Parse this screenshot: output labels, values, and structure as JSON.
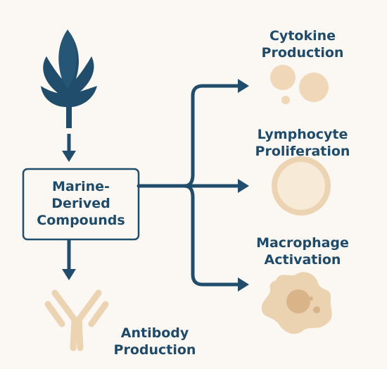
{
  "colors": {
    "navy": "#204d6b",
    "beige": "#ebd2b0",
    "beige_light": "#f6e7d1",
    "beige_dark": "#dab489",
    "background": "#fbf8f3"
  },
  "icons": {
    "source": "seaweed-icon",
    "antibody": "antibody-icon",
    "cytokine": "cytokine-dots-icon",
    "lymphocyte": "lymphocyte-cell-icon",
    "macrophage": "macrophage-cell-icon"
  },
  "center": {
    "line1": "Marine-",
    "line2": "Derived",
    "line3": "Compounds"
  },
  "outcomes": {
    "cytokine": {
      "line1": "Cytokine",
      "line2": "Production"
    },
    "lymphocyte": {
      "line1": "Lymphocyte",
      "line2": "Proliferation"
    },
    "macrophage": {
      "line1": "Macrophage",
      "line2": "Activation"
    },
    "antibody": {
      "line1": "Antibody",
      "line2": "Production"
    }
  }
}
